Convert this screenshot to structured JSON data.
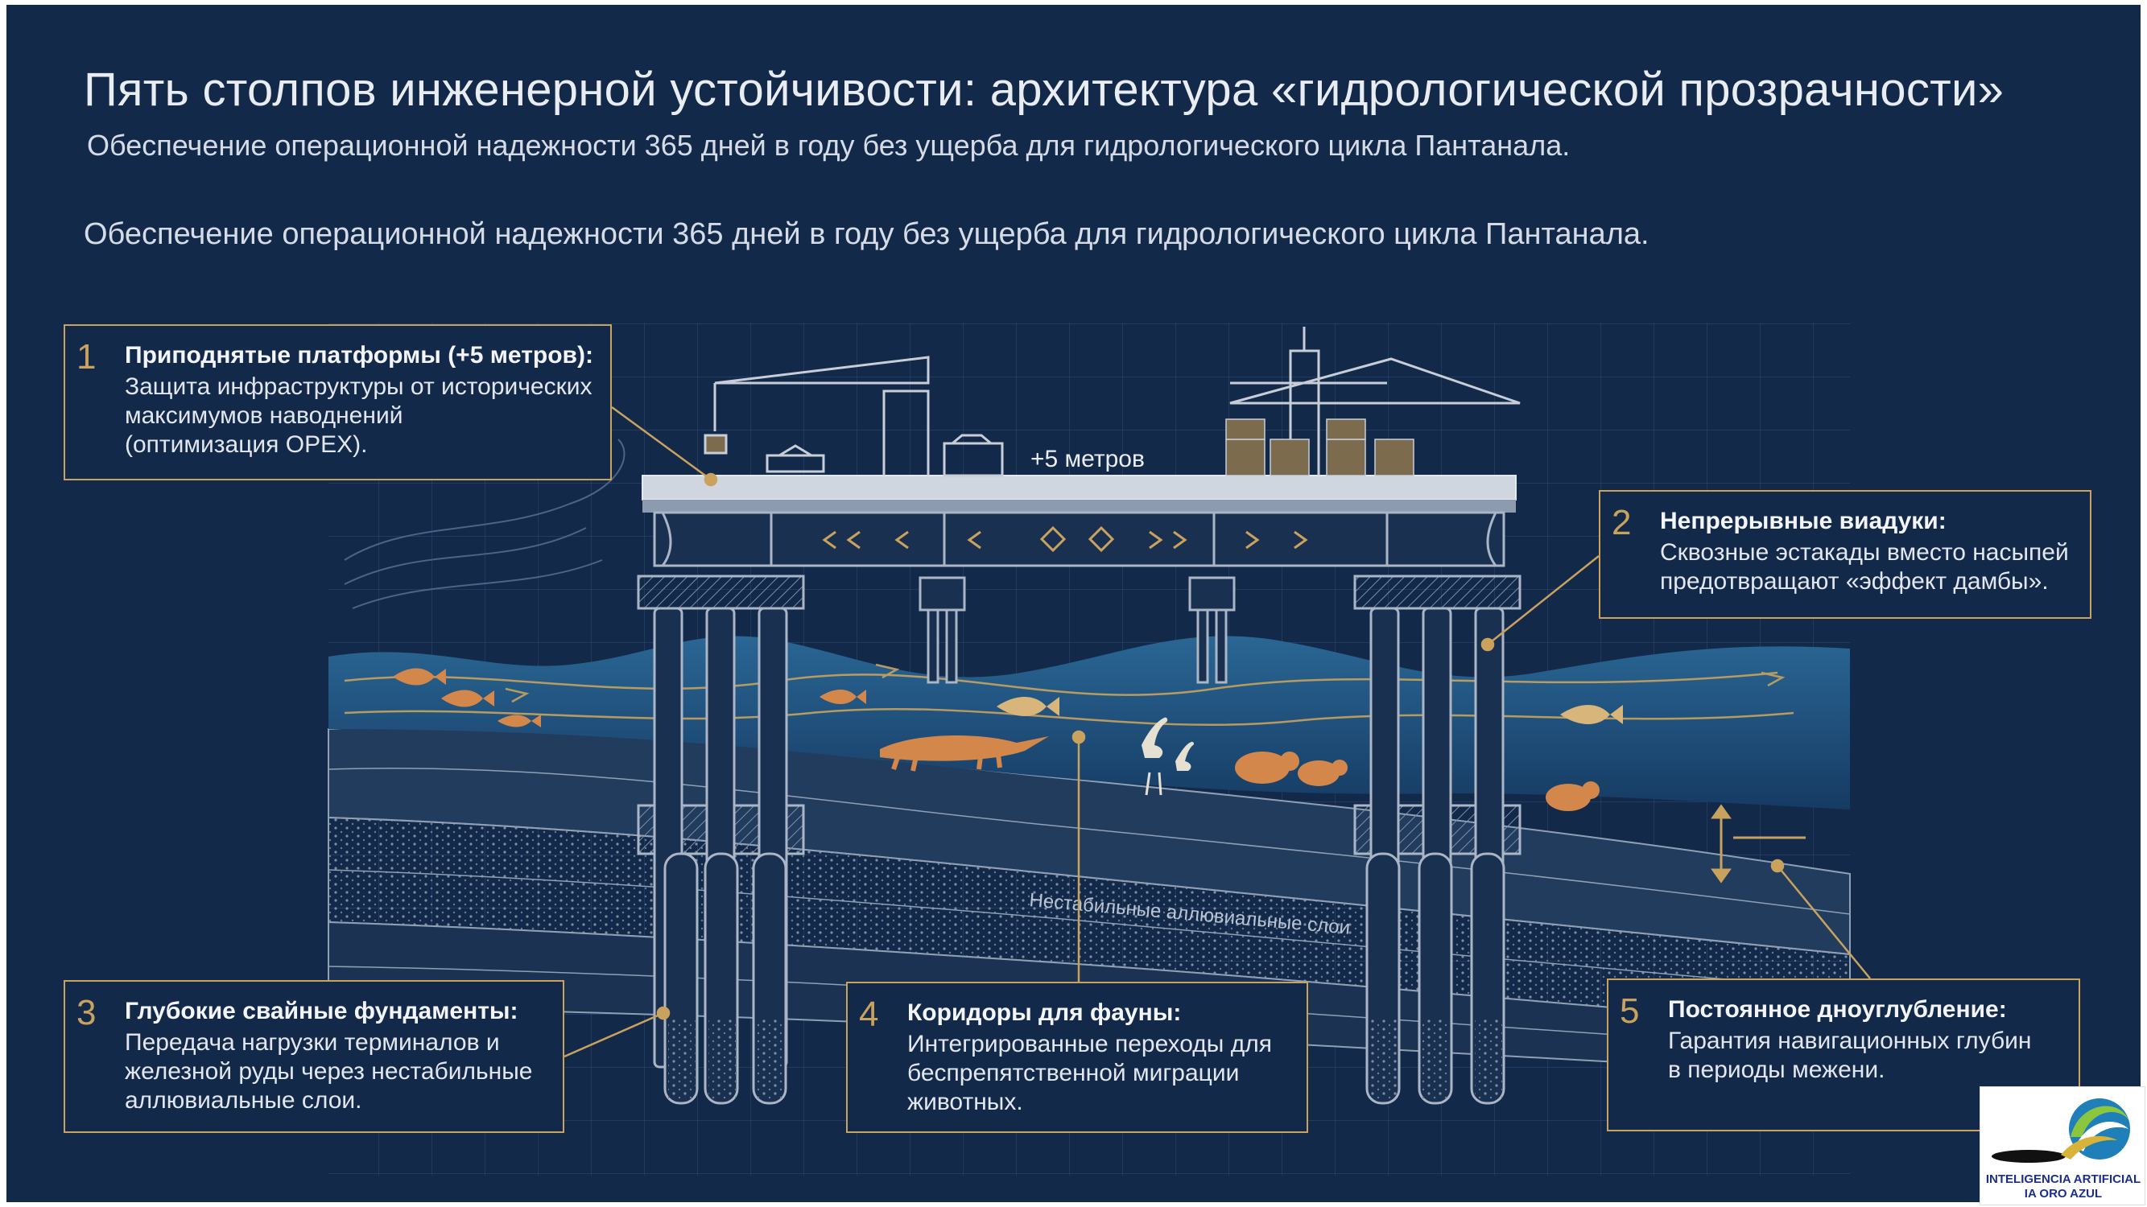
{
  "header": {
    "title": "Пять столпов инженерной устойчивости: архитектура «гидрологической прозрачности»",
    "subtitle": "Обеспечение операционной надежности 365 дней в году без ущерба для гидрологического цикла Пантанала.",
    "subtitle_repeat": "Обеспечение операционной надежности 365 дней в году без ущерба для гидрологического цикла Пантанала."
  },
  "diagram": {
    "height_label": "+5 метров",
    "layer_label": "Нестабильные аллювиальные слои"
  },
  "callouts": [
    {
      "num": "1",
      "title": "Приподнятые платформы (+5 метров):",
      "body": [
        "Защита инфраструктуры от исторических",
        "максимумов наводнений",
        "(оптимизация OPEX)."
      ]
    },
    {
      "num": "2",
      "title": "Непрерывные виадуки:",
      "body": [
        "Сквозные эстакады вместо насыпей",
        "предотвращают «эффект дамбы»."
      ]
    },
    {
      "num": "3",
      "title": "Глубокие свайные фундаменты:",
      "body": [
        "Передача нагрузки терминалов и",
        "железной руды через нестабильные",
        "аллювиальные слои."
      ]
    },
    {
      "num": "4",
      "title": "Коридоры для фауны:",
      "body": [
        "Интегрированные переходы для",
        "беспрепятственной миграции",
        "животных."
      ]
    },
    {
      "num": "5",
      "title": "Постоянное дноуглубление:",
      "body": [
        "Гарантия навигационных глубин",
        "в периоды межени."
      ]
    }
  ],
  "logo": {
    "line1": "INTELIGENCIA ARTIFICIAL",
    "line2": "IA ORO AZUL"
  },
  "colors": {
    "background": "#13294a",
    "accent": "#c9a35e",
    "water": "#1f4f7a",
    "text": "#e9edf2"
  }
}
